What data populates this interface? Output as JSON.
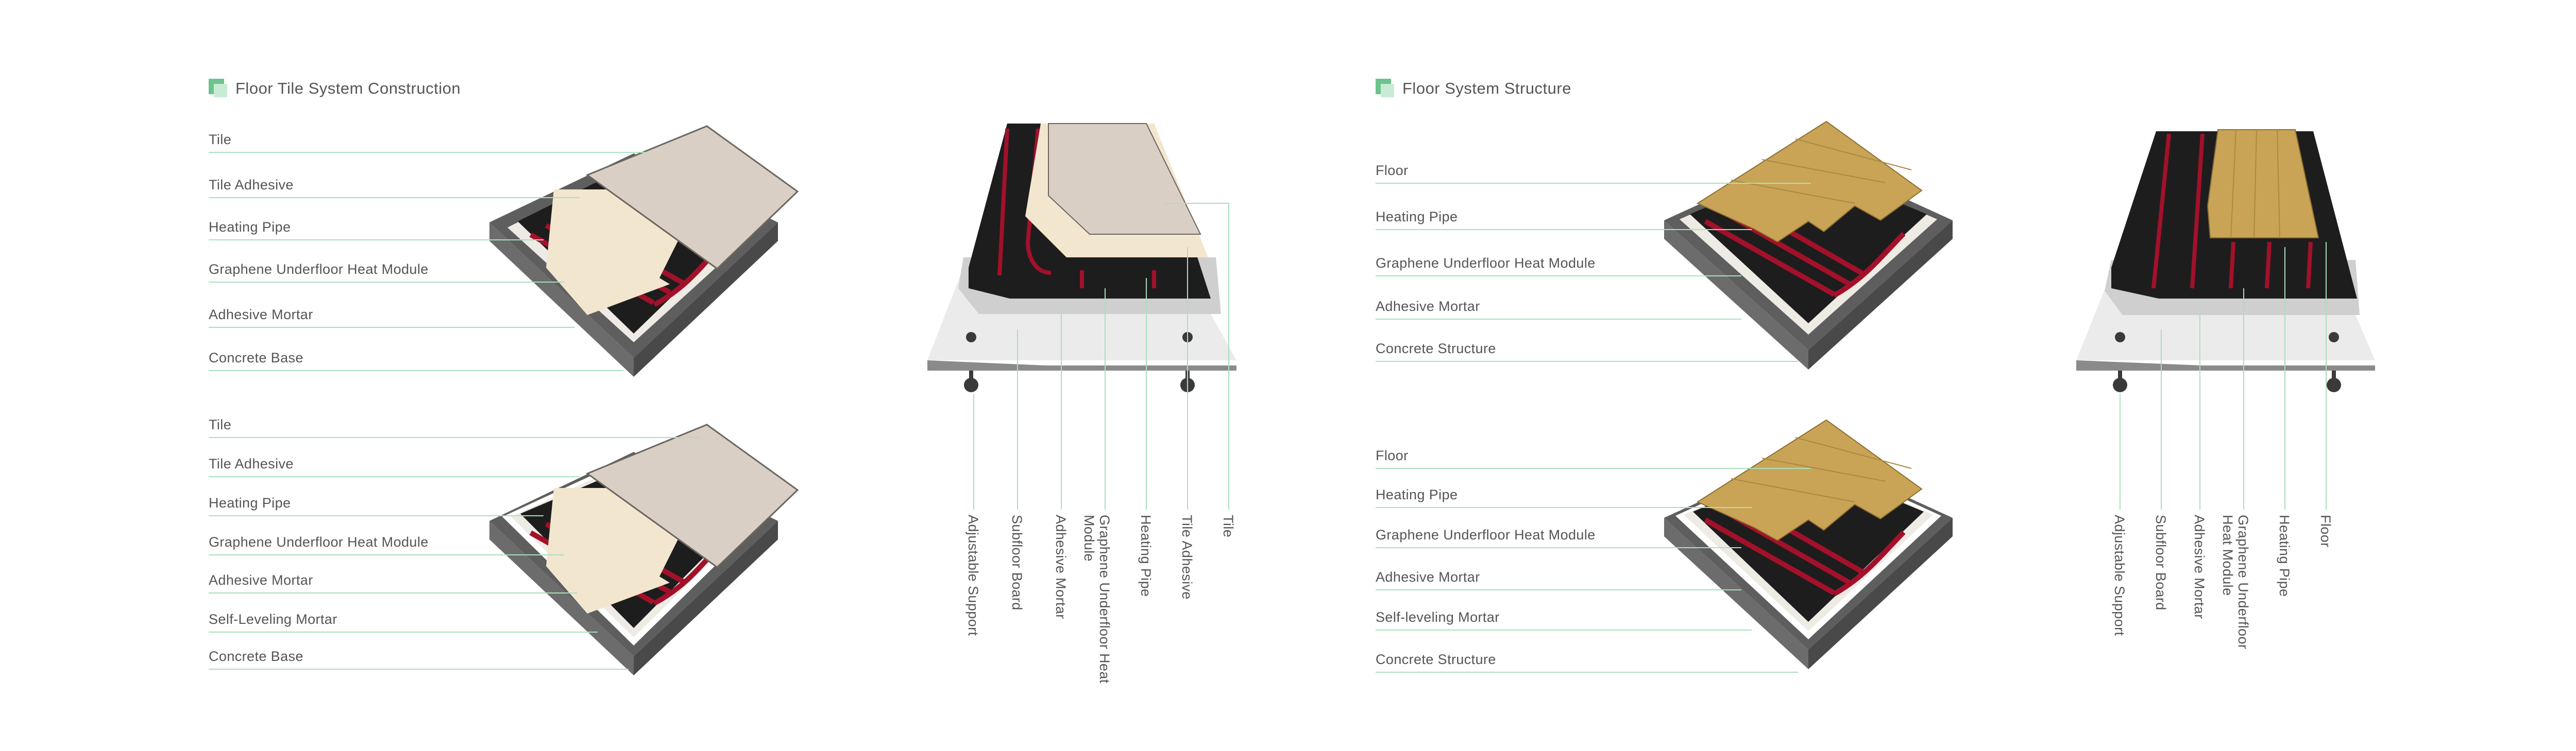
{
  "colors": {
    "accent": "#6cc48c",
    "accent_light": "#c8ebd4",
    "leader": "#a9dfbd",
    "text": "#555555",
    "concrete": "#5a5a5a",
    "module": "#1d1d1d",
    "pipe": "#a3102a",
    "adhesive": "#f3e6cf",
    "tile": "#d9cfc4",
    "wood": "#c9a456"
  },
  "left_section": {
    "title": "Floor Tile System Construction",
    "diagram_top": {
      "labels": [
        "Tile",
        "Tile Adhesive",
        "Heating Pipe",
        "Graphene Underfloor Heat Module",
        "Adhesive Mortar",
        "Concrete Base"
      ]
    },
    "diagram_bottom": {
      "labels": [
        "Tile",
        "Tile Adhesive",
        "Heating Pipe",
        "Graphene Underfloor Heat Module",
        "Adhesive Mortar",
        "Self-Leveling Mortar",
        "Concrete Base"
      ]
    },
    "raised": {
      "labels": [
        "Adjustable Support",
        "Subfloor Board",
        "Adhesive Mortar",
        "Graphene Underfloor Heat Module",
        "Heating Pipe",
        "Tile Adhesive",
        "Tile"
      ]
    }
  },
  "right_section": {
    "title": "Floor System Structure",
    "diagram_top": {
      "labels": [
        "Floor",
        "Heating Pipe",
        "Graphene Underfloor Heat Module",
        "Adhesive Mortar",
        "Concrete Structure"
      ]
    },
    "diagram_bottom": {
      "labels": [
        "Floor",
        "Heating Pipe",
        "Graphene Underfloor Heat Module",
        "Adhesive Mortar",
        "Self-leveling Mortar",
        "Concrete Structure"
      ]
    },
    "raised": {
      "labels": [
        "Adjustable Support",
        "Subfloor Board",
        "Adhesive Mortar",
        "Graphene Underfloor Heat Module",
        "Heating Pipe",
        "Floor"
      ]
    }
  }
}
